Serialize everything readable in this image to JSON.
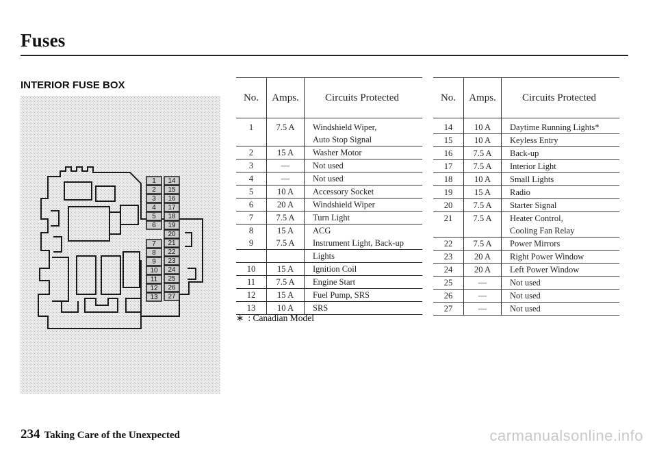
{
  "page": {
    "title": "Fuses",
    "section_title": "INTERIOR FUSE BOX",
    "footer_page_number": "234",
    "footer_text": "Taking Care of the Unexpected",
    "watermark": "carmanualsonline.info"
  },
  "table_left": {
    "headers": {
      "no": "No.",
      "amps": "Amps.",
      "circuits": "Circuits Protected"
    },
    "rows": [
      {
        "no": "1",
        "amps": "7.5 A",
        "circuit": "Windshield Wiper,"
      },
      {
        "no": "",
        "amps": "",
        "circuit": "Auto Stop Signal"
      },
      {
        "no": "2",
        "amps": "15 A",
        "circuit": "Washer Motor"
      },
      {
        "no": "3",
        "amps": "—",
        "circuit": "Not used"
      },
      {
        "no": "4",
        "amps": "—",
        "circuit": "Not used"
      },
      {
        "no": "5",
        "amps": "10 A",
        "circuit": "Accessory Socket"
      },
      {
        "no": "6",
        "amps": "20 A",
        "circuit": "Windshield Wiper"
      },
      {
        "no": "7",
        "amps": "7.5 A",
        "circuit": "Turn Light"
      },
      {
        "no": "8",
        "amps": "15 A",
        "circuit": "ACG"
      },
      {
        "no": "9",
        "amps": "7.5 A",
        "circuit": "Instrument Light, Back-up"
      },
      {
        "no": "",
        "amps": "",
        "circuit": "Lights"
      },
      {
        "no": "10",
        "amps": "15 A",
        "circuit": "Ignition Coil"
      },
      {
        "no": "11",
        "amps": "7.5 A",
        "circuit": "Engine Start"
      },
      {
        "no": "12",
        "amps": "15 A",
        "circuit": "Fuel Pump, SRS"
      },
      {
        "no": "13",
        "amps": "10 A",
        "circuit": "SRS"
      }
    ],
    "continued_rows": [
      0,
      8
    ]
  },
  "table_right": {
    "headers": {
      "no": "No.",
      "amps": "Amps.",
      "circuits": "Circuits Protected"
    },
    "rows": [
      {
        "no": "14",
        "amps": "10 A",
        "circuit": "Daytime Running Lights*"
      },
      {
        "no": "15",
        "amps": "10 A",
        "circuit": "Keyless Entry"
      },
      {
        "no": "16",
        "amps": "7.5 A",
        "circuit": "Back-up"
      },
      {
        "no": "17",
        "amps": "7.5 A",
        "circuit": "Interior Light"
      },
      {
        "no": "18",
        "amps": "10 A",
        "circuit": "Small Lights"
      },
      {
        "no": "19",
        "amps": "15 A",
        "circuit": "Radio"
      },
      {
        "no": "20",
        "amps": "7.5 A",
        "circuit": "Starter Signal"
      },
      {
        "no": "21",
        "amps": "7.5 A",
        "circuit": "Heater Control,"
      },
      {
        "no": "",
        "amps": "",
        "circuit": "Cooling Fan Relay"
      },
      {
        "no": "22",
        "amps": "7.5 A",
        "circuit": "Power Mirrors"
      },
      {
        "no": "23",
        "amps": "20 A",
        "circuit": "Right Power Window"
      },
      {
        "no": "24",
        "amps": "20 A",
        "circuit": "Left Power Window"
      },
      {
        "no": "25",
        "amps": "—",
        "circuit": "Not used"
      },
      {
        "no": "26",
        "amps": "—",
        "circuit": "Not used"
      },
      {
        "no": "27",
        "amps": "—",
        "circuit": "Not used"
      }
    ],
    "continued_rows": [
      7
    ]
  },
  "note": {
    "symbol": "∗",
    "text": ": Canadian Model"
  },
  "diagram": {
    "fuse_numbers_col1": [
      "1",
      "2",
      "3",
      "4",
      "5",
      "6",
      "7",
      "8",
      "9",
      "10",
      "11",
      "12",
      "13"
    ],
    "fuse_numbers_col2": [
      "14",
      "15",
      "16",
      "17",
      "18",
      "19",
      "20",
      "21",
      "22",
      "23",
      "24",
      "25",
      "26",
      "27"
    ],
    "colors": {
      "panel": "#e9e9e9",
      "stipple": "#b5b5b5",
      "line": "#1a1a1a",
      "fuse_fill": "#cfcfcf"
    }
  }
}
